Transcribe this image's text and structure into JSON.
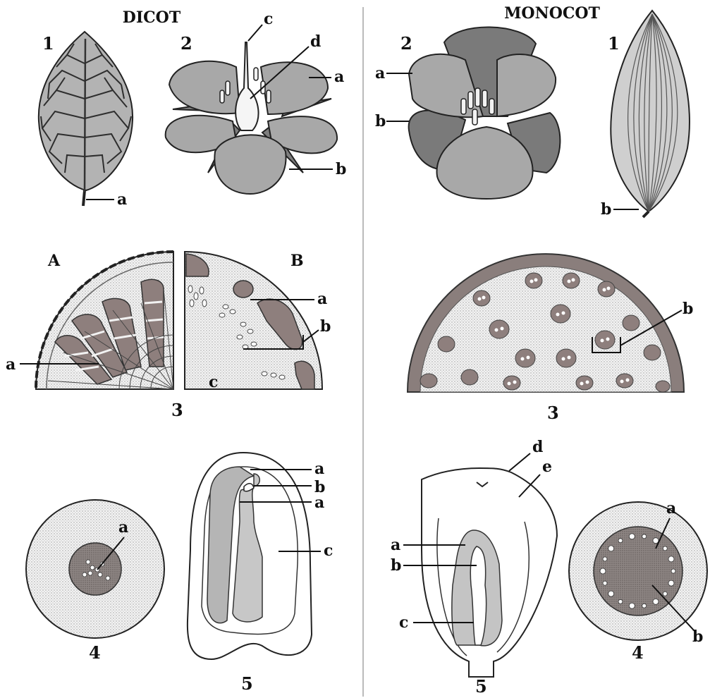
{
  "headers": {
    "dicot": "DICOT",
    "monocot": "MONOCOT"
  },
  "dicot": {
    "leaf": {
      "number": "1",
      "label_a": "a"
    },
    "flower": {
      "number": "2",
      "label_a": "a",
      "label_b": "b",
      "label_c": "c",
      "label_d": "d"
    },
    "stem": {
      "number": "3",
      "part_A": "A",
      "part_B": "B",
      "label_a_left": "a",
      "label_a_right": "a",
      "label_b": "b",
      "label_c": "c"
    },
    "root": {
      "number": "4",
      "label_a": "a"
    },
    "seed": {
      "number": "5",
      "label_a_top": "a",
      "label_b": "b",
      "label_a_mid": "a",
      "label_c": "c"
    }
  },
  "monocot": {
    "flower": {
      "number": "2",
      "label_a": "a",
      "label_b": "b"
    },
    "leaf": {
      "number": "1",
      "label_b": "b"
    },
    "stem": {
      "number": "3",
      "label_b": "b"
    },
    "seed": {
      "number": "5",
      "label_a": "a",
      "label_b": "b",
      "label_c": "c",
      "label_d": "d",
      "label_e": "e"
    },
    "root": {
      "number": "4",
      "label_a": "a",
      "label_b": "b"
    }
  },
  "colors": {
    "petal": "#a6a6a6",
    "petal_dark": "#7a7a7a",
    "tissue_dark": "#8a7a78",
    "stipple": "#ececec",
    "seed_fill": "#bdbdbd"
  }
}
